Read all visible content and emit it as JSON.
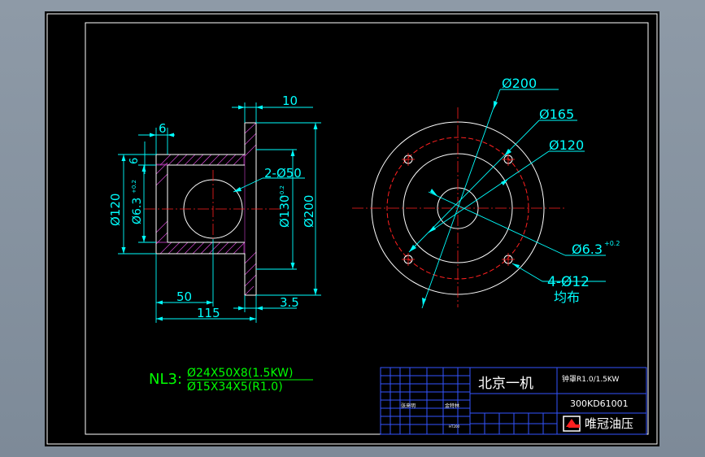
{
  "colors": {
    "background": "#000000",
    "viewport_outer": "#7f8c99",
    "frame": "#ffffff",
    "dimension": "#00ffff",
    "centerline": "#ff2020",
    "hatch": "#cc44cc",
    "outline": "#ffffff",
    "label_green": "#00ff00",
    "titleblock": "#3355ff",
    "logo_red": "#ff2020"
  },
  "left_view": {
    "dims": {
      "top_thickness": "10",
      "left_thickness": "6",
      "small_tol": "6",
      "hub_dia": "Ø120",
      "bore_dia": "Ø6.3",
      "bore_tol": "+0.2",
      "hole_callout": "2-Ø50",
      "flange_dia": "Ø130",
      "flange_tol": "+0.2",
      "outer_dia": "Ø200",
      "len_50": "50",
      "len_115": "115",
      "len_35": "3.5"
    }
  },
  "right_view": {
    "dims": {
      "d200": "Ø200",
      "d165": "Ø165",
      "d120": "Ø120",
      "d63": "Ø6.3",
      "d63_tol": "+0.2",
      "holes": "4-Ø12",
      "holes_note": "均布"
    }
  },
  "notes": {
    "prefix": "NL3:",
    "line1": "Ø24X50X8(1.5KW)",
    "line2": "Ø15X34X5(R1.0)"
  },
  "title_block": {
    "company": "北京一机",
    "part_name": "钟罩R1.0/1.5KW",
    "drawing_no": "300KD61001",
    "brand": "唯冠油压",
    "cell_a": "张来明",
    "cell_b": "金特林",
    "cell_c": "HT200"
  }
}
